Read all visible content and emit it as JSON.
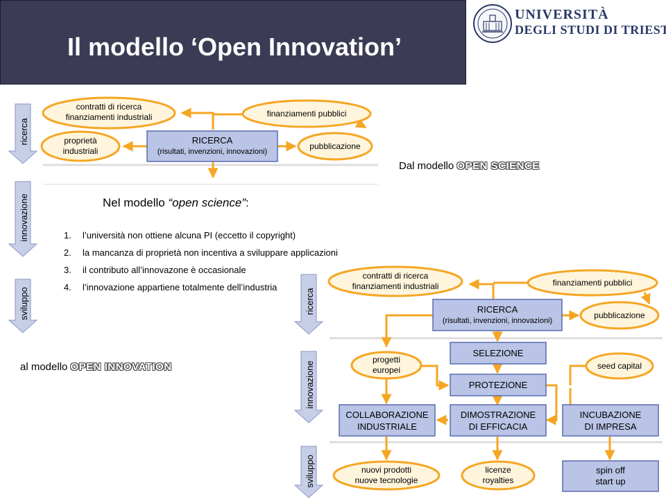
{
  "header": {
    "title": "Il modello ‘Open Innovation’"
  },
  "logo": {
    "line1": "UNIVERSITÀ",
    "line2": "DEGLI STUDI DI TRIESTE"
  },
  "colors": {
    "orange": "#f5a623",
    "oval_fill": "#fff5dd",
    "box_fill": "#b9c4e6",
    "box_border": "#5b6bb0",
    "band_grey": "#dddddd",
    "title_bg": "#3b3b55"
  },
  "captions": {
    "science_prefix": "Dal modello",
    "science_em": "OPEN SCIENCE",
    "innovation_prefix": "al modello",
    "innovation_em": "OPEN INNOVATION"
  },
  "science_diagram": {
    "arrows": {
      "ricerca": "ricerca",
      "innovazione": "innovazione",
      "sviluppo": "sviluppo"
    },
    "contratti": [
      "contratti di ricerca",
      "finanziamenti industriali"
    ],
    "finanziamenti": "finanziamenti pubblici",
    "proprieta": [
      "proprietà",
      "industriali"
    ],
    "ricerca_box": [
      "RICERCA",
      "(risultati, invenzioni, innovazioni)"
    ],
    "pubblicazione": "pubblicazione",
    "heading_prefix": "Nel modello ",
    "heading_em": "“open science”",
    "heading_suffix": ":",
    "list": [
      {
        "num": "1.",
        "text": "l’università non ottiene alcuna PI (eccetto il copyright)"
      },
      {
        "num": "2.",
        "text": "la mancanza di proprietà non incentiva a sviluppare applicazioni"
      },
      {
        "num": "3.",
        "text": "il contributo all’innovazone è occasionale"
      },
      {
        "num": "4.",
        "text": "l’innovazione appartiene totalmente dell’industria"
      }
    ]
  },
  "innovation_diagram": {
    "arrows": {
      "ricerca": "ricerca",
      "innovazione": "innovazione",
      "sviluppo": "sviluppo"
    },
    "contratti": [
      "contratti di ricerca",
      "finanziamenti industriali"
    ],
    "finanziamenti": "finanziamenti pubblici",
    "ricerca_box": [
      "RICERCA",
      "(risultati, invenzioni, innovazioni)"
    ],
    "pubblicazione": "pubblicazione",
    "progetti": [
      "progetti",
      "europei"
    ],
    "selezione": "SELEZIONE",
    "protezione": "PROTEZIONE",
    "seed": "seed capital",
    "collaborazione": [
      "COLLABORAZIONE",
      "INDUSTRIALE"
    ],
    "dimostrazione": [
      "DIMOSTRAZIONE",
      "DI EFFICACIA"
    ],
    "incubazione": [
      "INCUBAZIONE",
      "DI IMPRESA"
    ],
    "nuovi": [
      "nuovi prodotti",
      "nuove tecnologie"
    ],
    "licenze": [
      "licenze",
      "royalties"
    ],
    "spin": [
      "spin off",
      "start up"
    ]
  }
}
